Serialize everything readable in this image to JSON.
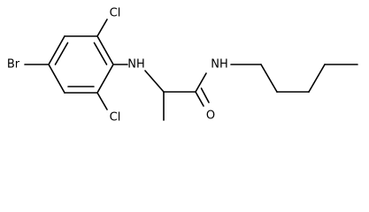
{
  "molecule": {
    "atoms": {
      "cl_top": "Cl",
      "cl_bottom": "Cl",
      "br": "Br",
      "nh_aryl": "NH",
      "nh_amide": "NH",
      "o": "O"
    }
  }
}
